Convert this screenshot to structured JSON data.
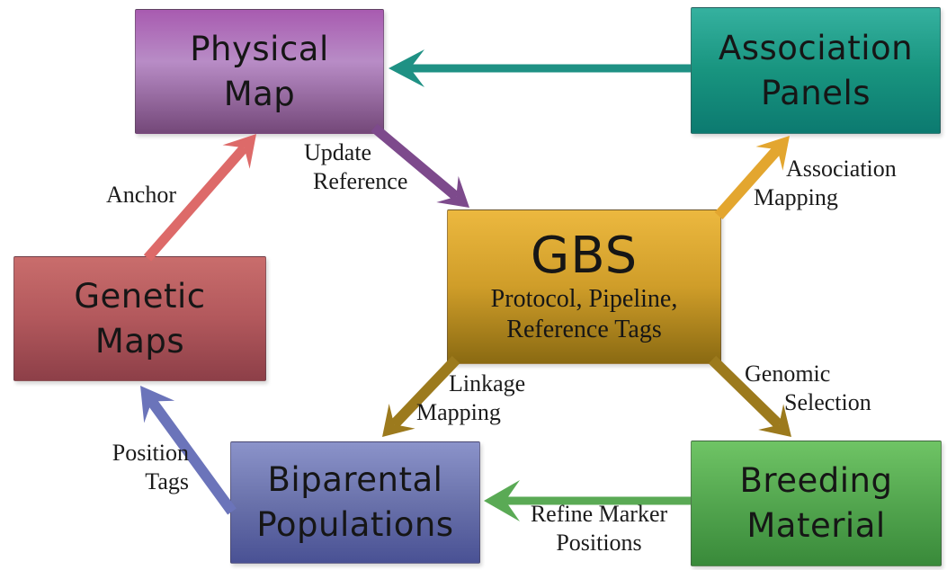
{
  "diagram": {
    "nodes": [
      {
        "id": "physical-map",
        "label": "Physical Map",
        "lines": [
          "Physical",
          "Map"
        ],
        "colors": [
          "#a85bb0",
          "#b88cc6",
          "#744879"
        ],
        "stops": [
          "0%",
          "42%",
          "100%"
        ]
      },
      {
        "id": "association-panels",
        "label": "Association Panels",
        "lines": [
          "Association",
          "Panels"
        ],
        "colors": [
          "#35b19f",
          "#18947f",
          "#0c7a70"
        ],
        "stops": [
          "0%",
          "50%",
          "100%"
        ]
      },
      {
        "id": "gbs",
        "label": "GBS",
        "title": "GBS",
        "subtitle": "Protocol, Pipeline, Reference Tags",
        "subtitle_lines": [
          "Protocol, Pipeline,",
          "Reference Tags"
        ],
        "colors": [
          "#ecb83f",
          "#cf9d29",
          "#8a6a12"
        ],
        "stops": [
          "0%",
          "50%",
          "100%"
        ]
      },
      {
        "id": "genetic-maps",
        "label": "Genetic Maps",
        "lines": [
          "Genetic",
          "Maps"
        ],
        "colors": [
          "#c96d6c",
          "#b2585c",
          "#8d3f48"
        ],
        "stops": [
          "0%",
          "50%",
          "100%"
        ]
      },
      {
        "id": "biparental-populations",
        "label": "Biparental Populations",
        "lines": [
          "Biparental",
          "Populations"
        ],
        "colors": [
          "#8b93ca",
          "#6a72ab",
          "#495194"
        ],
        "stops": [
          "0%",
          "50%",
          "100%"
        ]
      },
      {
        "id": "breeding-material",
        "label": "Breeding Material",
        "lines": [
          "Breeding",
          "Material"
        ],
        "colors": [
          "#6fc465",
          "#53a64f",
          "#398a3a"
        ],
        "stops": [
          "0%",
          "50%",
          "100%"
        ]
      }
    ],
    "edges": [
      {
        "id": "association-to-physical-map",
        "from": "Association Panels",
        "to": "Physical Map",
        "label": "",
        "lines": [],
        "color": "#1f9184"
      },
      {
        "id": "update-reference",
        "from": "Physical Map",
        "to": "GBS",
        "label": "Update Reference",
        "lines": [
          "Update",
          "Reference"
        ],
        "color": "#7d4a8c"
      },
      {
        "id": "association-mapping",
        "from": "GBS",
        "to": "Association Panels",
        "label": "Association Mapping",
        "lines": [
          "Association",
          "Mapping"
        ],
        "color": "#e3a62f"
      },
      {
        "id": "anchor",
        "from": "Genetic Maps",
        "to": "Physical Map",
        "label": "Anchor",
        "lines": [
          "Anchor"
        ],
        "color": "#dd6a69"
      },
      {
        "id": "linkage-mapping",
        "from": "GBS",
        "to": "Biparental Populations",
        "label": "Linkage Mapping",
        "lines": [
          "Linkage",
          "Mapping"
        ],
        "color": "#9c7a1d"
      },
      {
        "id": "genomic-selection",
        "from": "GBS",
        "to": "Breeding Material",
        "label": "Genomic Selection",
        "lines": [
          "Genomic",
          "Selection"
        ],
        "color": "#9c7a1d"
      },
      {
        "id": "position-tags",
        "from": "Biparental Populations",
        "to": "Genetic Maps",
        "label": "Position Tags",
        "lines": [
          "Position",
          "Tags"
        ],
        "color": "#6b74ba"
      },
      {
        "id": "refine-marker-positions",
        "from": "Breeding Material",
        "to": "Biparental Populations",
        "label": "Refine Marker Positions",
        "lines": [
          "Refine Marker",
          "Positions"
        ],
        "color": "#5aaa55"
      }
    ]
  }
}
